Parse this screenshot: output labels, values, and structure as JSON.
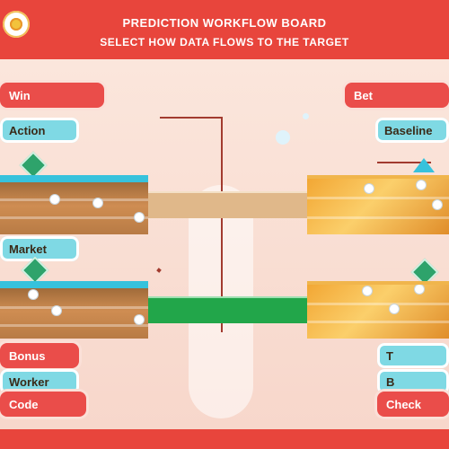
{
  "header": {
    "title_line1": "PREDICTION WORKFLOW BOARD",
    "title_line2": "SELECT HOW DATA FLOWS TO THE TARGET"
  },
  "left": {
    "top_label": "Win",
    "label_1": "Action",
    "label_2": "Market",
    "label_3": "Bonus",
    "label_4": "Worker",
    "label_5": "Code"
  },
  "right": {
    "top_label": "Bet",
    "label_1": "Baseline",
    "label_2": "T",
    "label_3": "B",
    "label_4": "Check"
  },
  "colors": {
    "header": "#e8453c",
    "panel_accent": "#37c2dc",
    "connector_green": "#22a64a",
    "connector_tan": "#e0b88a"
  },
  "icons": [
    "coin-logo-icon",
    "diamond-marker-icon",
    "triangle-marker-icon"
  ]
}
